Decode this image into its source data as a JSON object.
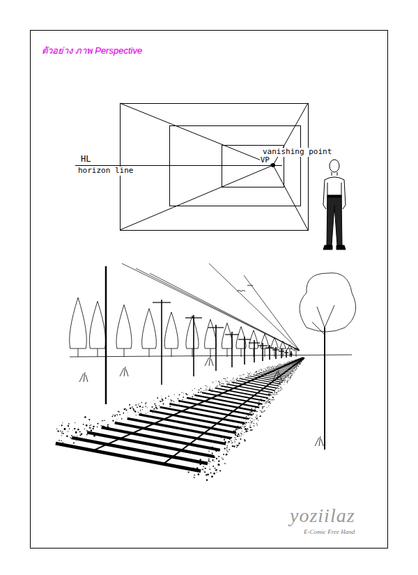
{
  "diagram": {
    "title": "ตัวอย่าง ภาพ Perspective",
    "labels": [
      "HL",
      "horizon line",
      "vanishing point",
      "VP",
      "yoziilaz",
      "E-Comic Free Hand"
    ]
  }
}
